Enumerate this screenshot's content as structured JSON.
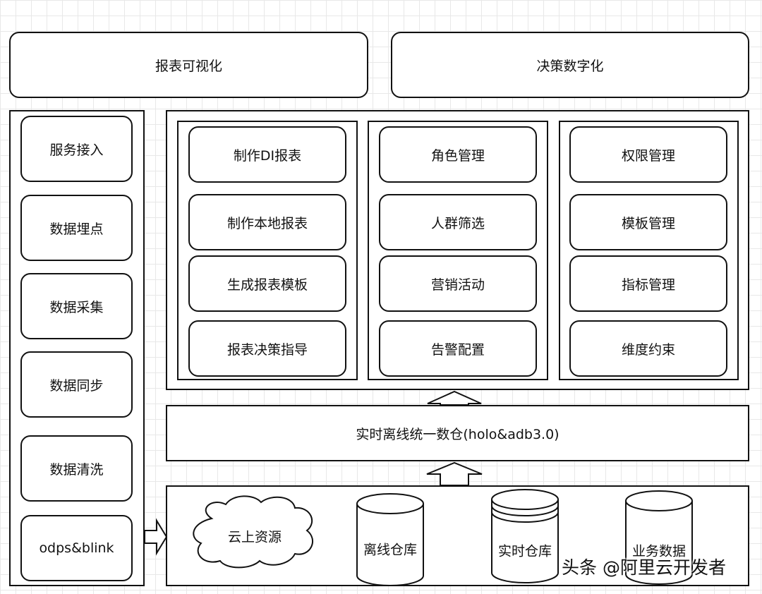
{
  "top": {
    "report_visualization": "报表可视化",
    "decision_digitization": "决策数字化"
  },
  "left_column": {
    "items": [
      "服务接入",
      "数据埋点",
      "数据采集",
      "数据同步",
      "数据清洗",
      "odps&blink"
    ]
  },
  "modules": [
    {
      "items": [
        "制作DI报表",
        "制作本地报表",
        "生成报表模板",
        "报表决策指导"
      ]
    },
    {
      "items": [
        "角色管理",
        "人群筛选",
        "营销活动",
        "告警配置"
      ]
    },
    {
      "items": [
        "权限管理",
        "模板管理",
        "指标管理",
        "维度约束"
      ]
    }
  ],
  "warehouse": {
    "label": "实时离线统一数仓(holo&adb3.0)"
  },
  "sources": {
    "cloud": "云上资源",
    "offline_db": "离线仓库",
    "realtime_db": "实时仓库",
    "business_db": "业务数据"
  },
  "watermark": "头条 @阿里云开发者"
}
